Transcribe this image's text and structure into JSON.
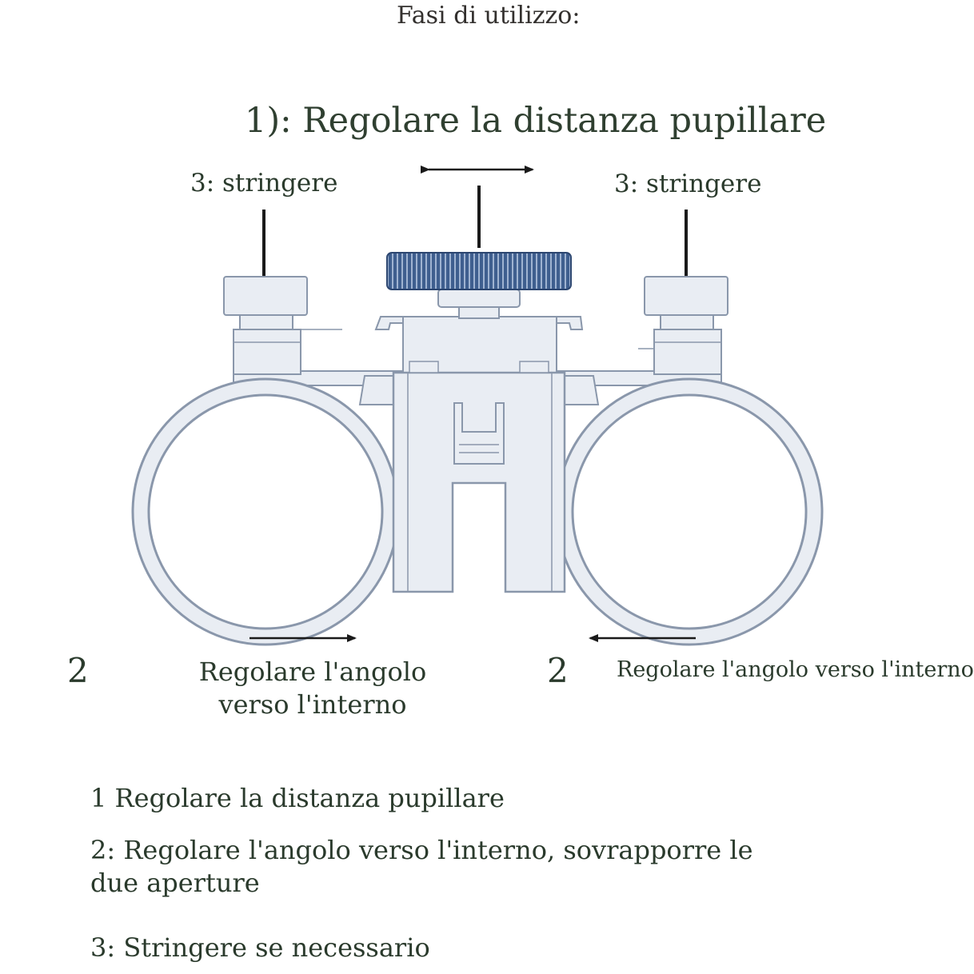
{
  "page_title": "Fasi di utilizzo:",
  "heading": "1): Regolare la distanza pupillare",
  "callouts": {
    "tighten_left": "3: stringere",
    "tighten_right": "3: stringere",
    "angle_left_number": "2",
    "angle_left_text": "Regolare l'angolo verso l'interno",
    "angle_right_number": "2",
    "angle_right_text": "Regolare l'angolo verso l'interno"
  },
  "steps": [
    "1 Regolare la distanza pupillare",
    "2: Regolare l'angolo verso l'interno, sovrapporre le due aperture",
    "3: Stringere se necessario"
  ],
  "colors": {
    "body_fill": "#e9edf3",
    "outline": "#8a97ab",
    "knob": "#3f5f8f",
    "text": "#2a3a2c"
  }
}
